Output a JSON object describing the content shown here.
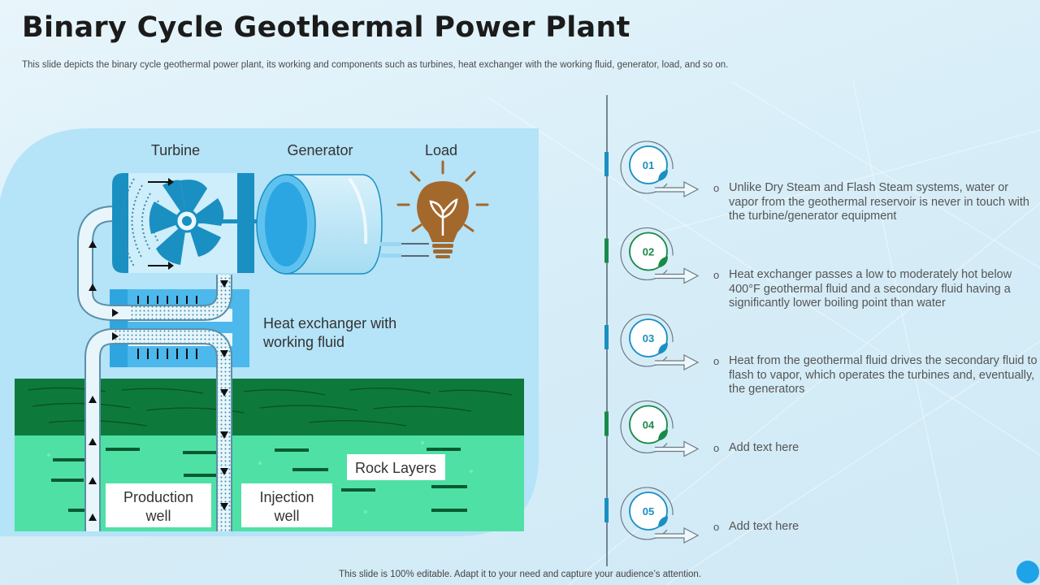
{
  "header": {
    "title": "Binary Cycle Geothermal Power Plant",
    "subtitle": "This slide depicts the binary cycle  geothermal power plant, its working and components such as turbines, heat exchanger with the working fluid, generator, load, and so on."
  },
  "diagram": {
    "labels": {
      "turbine": "Turbine",
      "generator": "Generator",
      "load": "Load",
      "heat_exchanger_line1": "Heat exchanger with",
      "heat_exchanger_line2": "working fluid",
      "rock_layers": "Rock Layers",
      "production_line1": "Production",
      "production_line2": "well",
      "injection_line1": "Injection",
      "injection_line2": "well"
    }
  },
  "steps": [
    {
      "number": "01",
      "text": "Unlike Dry Steam and Flash Steam systems, water or vapor from the geothermal reservoir is never in touch with the turbine/generator equipment",
      "color": "#1a8fc2"
    },
    {
      "number": "02",
      "text": "Heat exchanger passes a low to moderately hot below 400°F geothermal fluid and a secondary fluid having a significantly lower boiling point than water",
      "color": "#1a8a4a"
    },
    {
      "number": "03",
      "text": "Heat from the geothermal fluid drives the secondary fluid to flash to vapor, which operates the turbines and, eventually,  the generators",
      "color": "#1a8fc2"
    },
    {
      "number": "04",
      "text": "Add text here",
      "color": "#1a8a4a"
    },
    {
      "number": "05",
      "text": "Add text here",
      "color": "#1a8fc2"
    }
  ],
  "footer": {
    "text": "This slide is 100% editable. Adapt it to your need and capture your audience’s attention."
  },
  "colors": {
    "accent_blue": "#1a8fc2",
    "accent_green": "#1a8a4a",
    "panel": "#b5e3f7",
    "grass": "#0d7a3c",
    "rock": "#4fe0a6",
    "bulb": "#a3682c"
  }
}
